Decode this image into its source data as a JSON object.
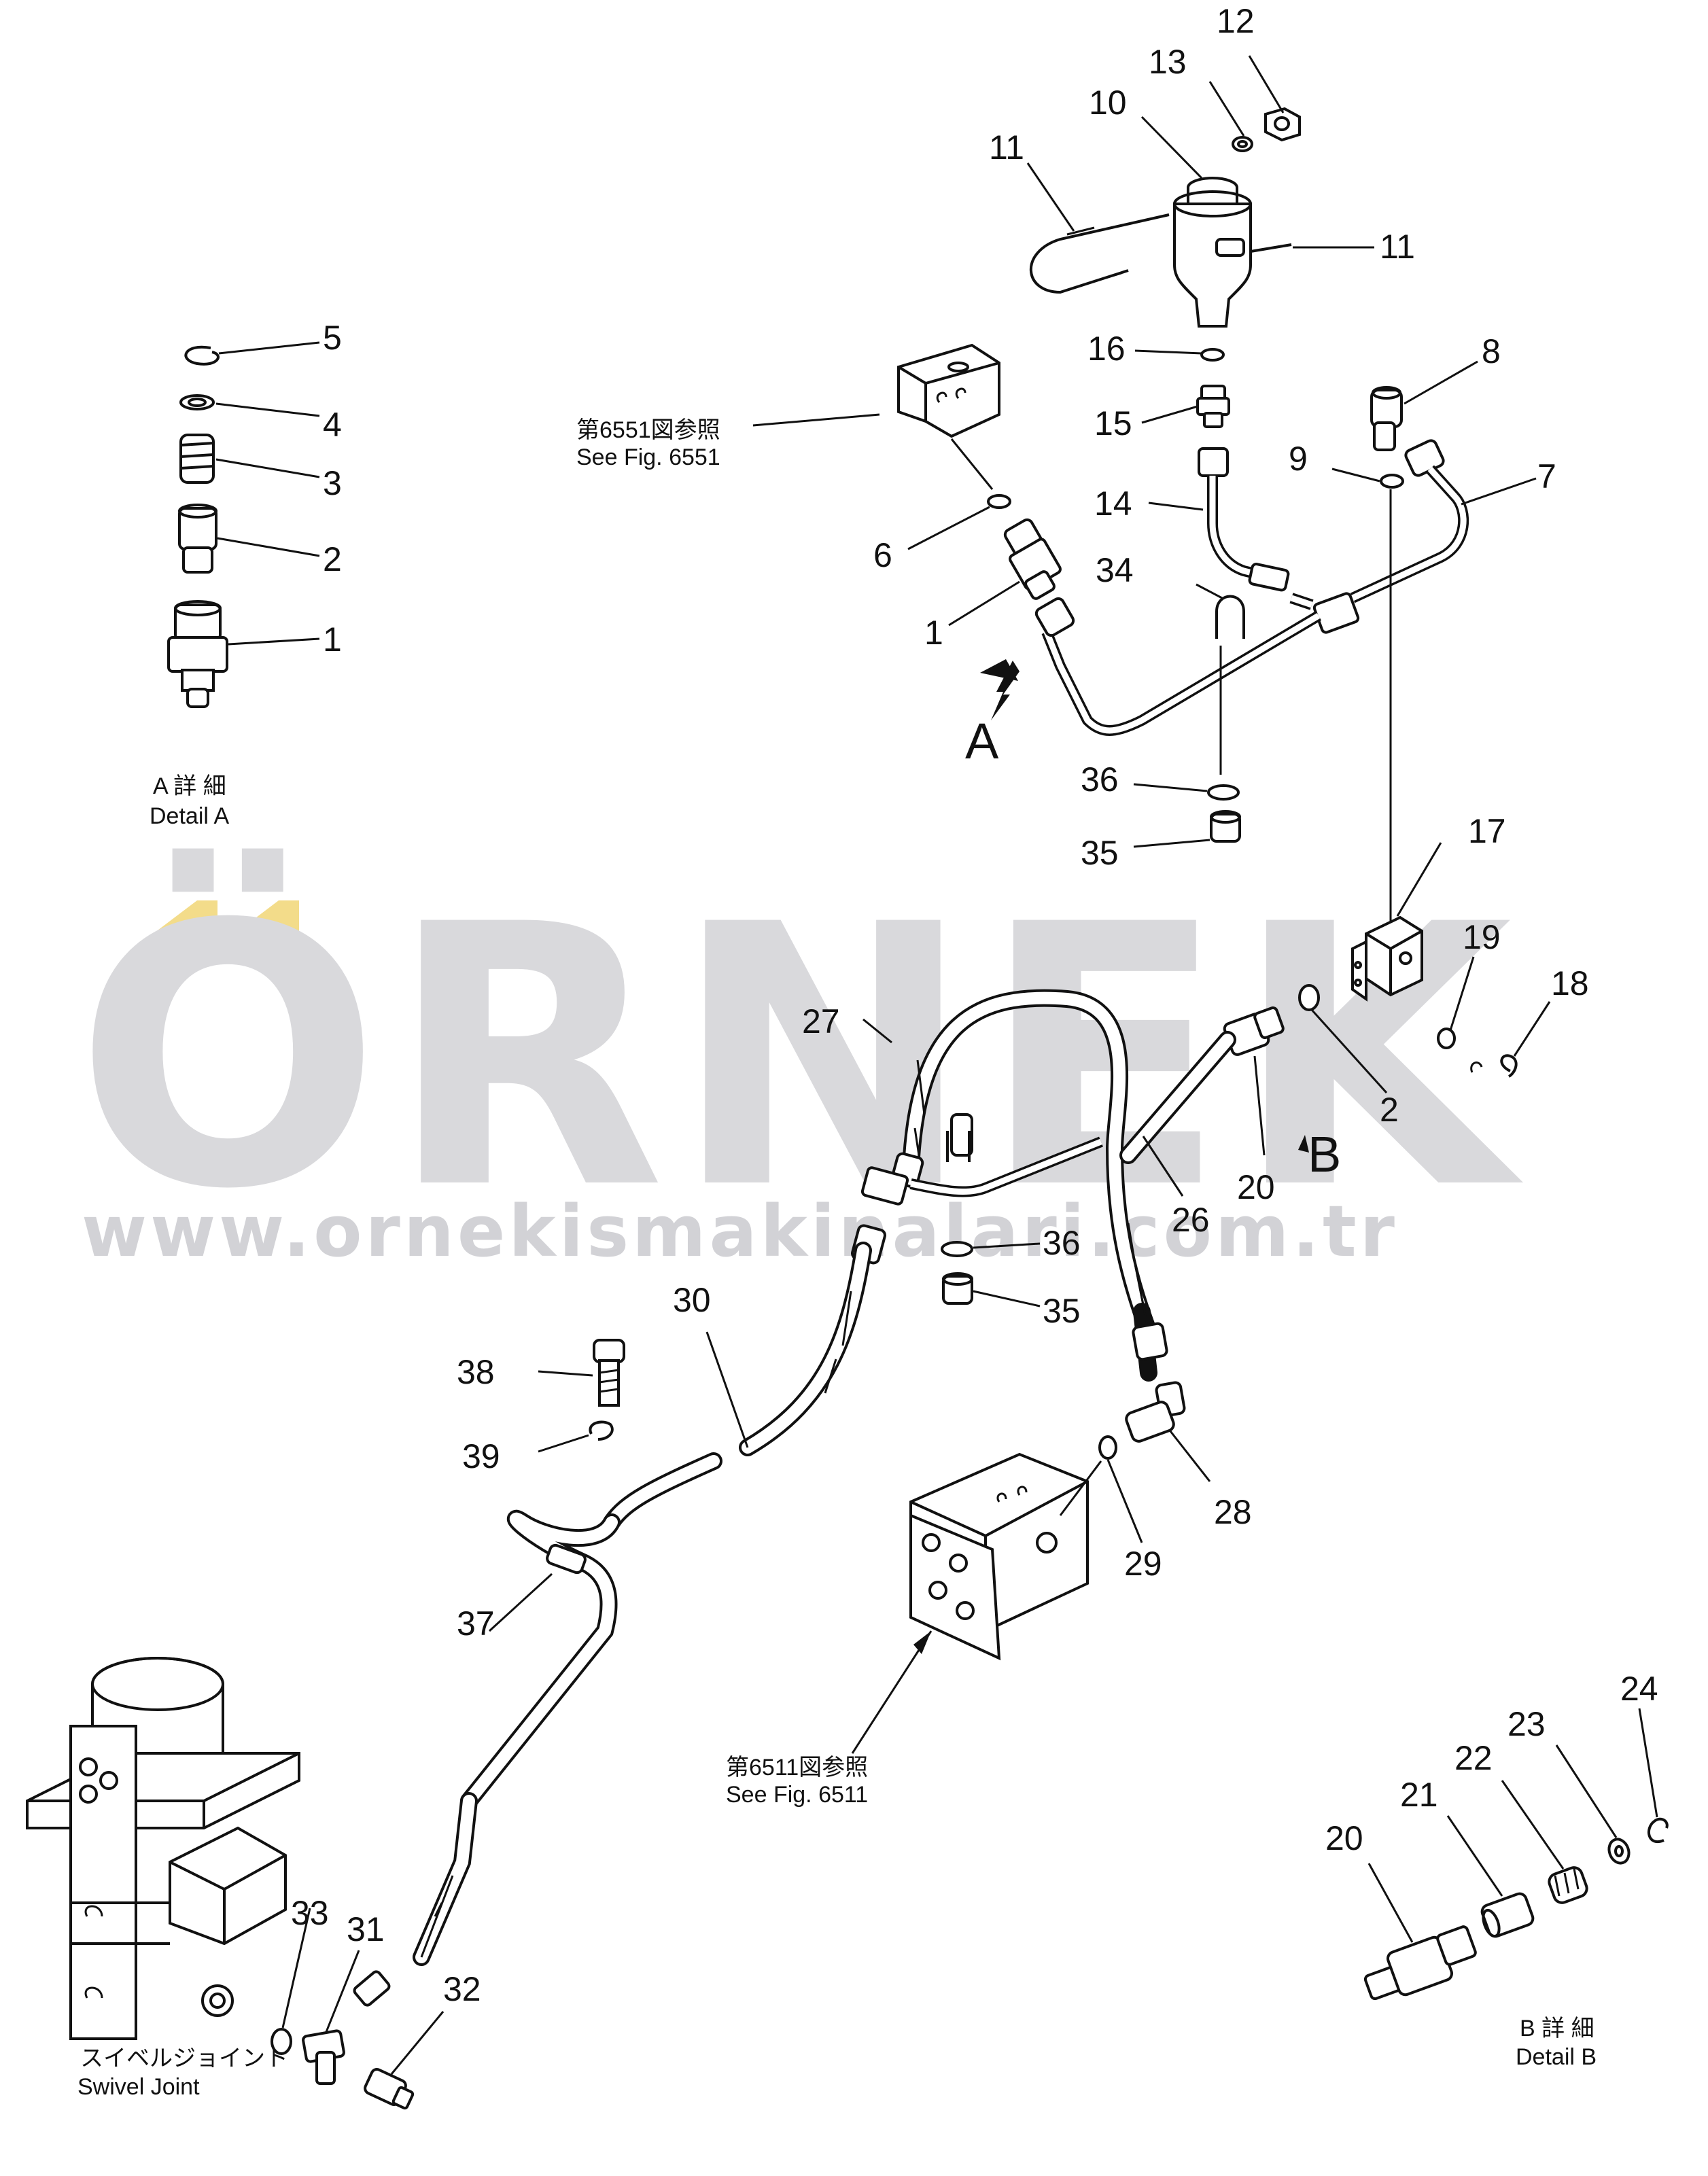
{
  "watermark": {
    "brand": "ÖRNEK",
    "url": "www.ornekismakinalari.com.tr",
    "accent_color": "#f3dc8a"
  },
  "captions": {
    "ref_6551_jp": "第6551図参照",
    "ref_6551_en": "See  Fig. 6551",
    "ref_6511_jp": "第6511図参照",
    "ref_6511_en": "See  Fig. 6511",
    "detail_a_jp": "A 詳 細",
    "detail_a_en": "Detail A",
    "detail_b_jp": "B 詳 細",
    "detail_b_en": "Detail B",
    "swivel_jp": "スイベルジョイント",
    "swivel_en": "Swivel  Joint",
    "view_a": "A",
    "view_b": "B"
  },
  "callouts": {
    "c12": "12",
    "c13": "13",
    "c10": "10",
    "c11a": "11",
    "c11b": "11",
    "c16": "16",
    "c8": "8",
    "c15": "15",
    "c9": "9",
    "c7": "7",
    "c6": "6",
    "c14": "14",
    "c34": "34",
    "c1a": "1",
    "c36a": "36",
    "c35a": "35",
    "c5": "5",
    "c4": "4",
    "c3": "3",
    "c2a": "2",
    "c1b": "1",
    "c17": "17",
    "c19": "19",
    "c18": "18",
    "c27": "27",
    "c2b": "2",
    "c20a": "20",
    "c26": "26",
    "c36b": "36",
    "c35b": "35",
    "c30": "30",
    "c38": "38",
    "c39": "39",
    "c28": "28",
    "c29": "29",
    "c37": "37",
    "c24": "24",
    "c23": "23",
    "c22": "22",
    "c21": "21",
    "c20b": "20",
    "c33": "33",
    "c31": "31",
    "c32": "32"
  }
}
